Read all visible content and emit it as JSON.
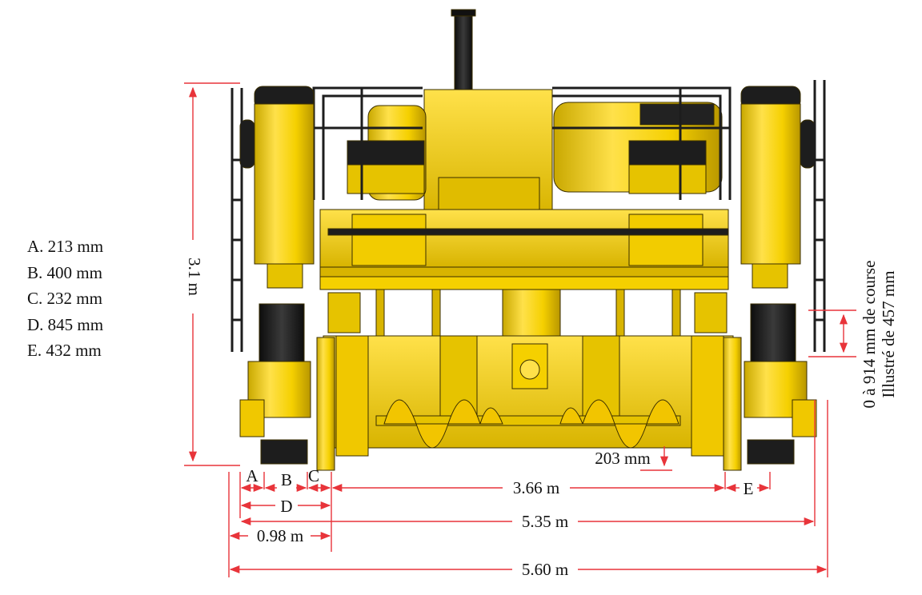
{
  "legend": [
    "A. 213 mm",
    "B. 400 mm",
    "C. 232 mm",
    "D. 845 mm",
    "E. 432 mm"
  ],
  "dimensions": {
    "height": "3.1 m",
    "stroke_line1": "0 à 914 mm de course",
    "stroke_line2": "Illustré de 457 mm",
    "ground_clearance": "203 mm",
    "a": "A",
    "b": "B",
    "c": "C",
    "d": "D",
    "e": "E",
    "inner_width": "3.66 m",
    "track_width": "5.35 m",
    "offset": "0.98 m",
    "overall_width": "5.60 m"
  },
  "colors": {
    "machine_yellow": "#f5d000",
    "machine_yellow_dark": "#c9a800",
    "machine_black": "#1d1d1d",
    "dimension_red": "#e8343a"
  }
}
